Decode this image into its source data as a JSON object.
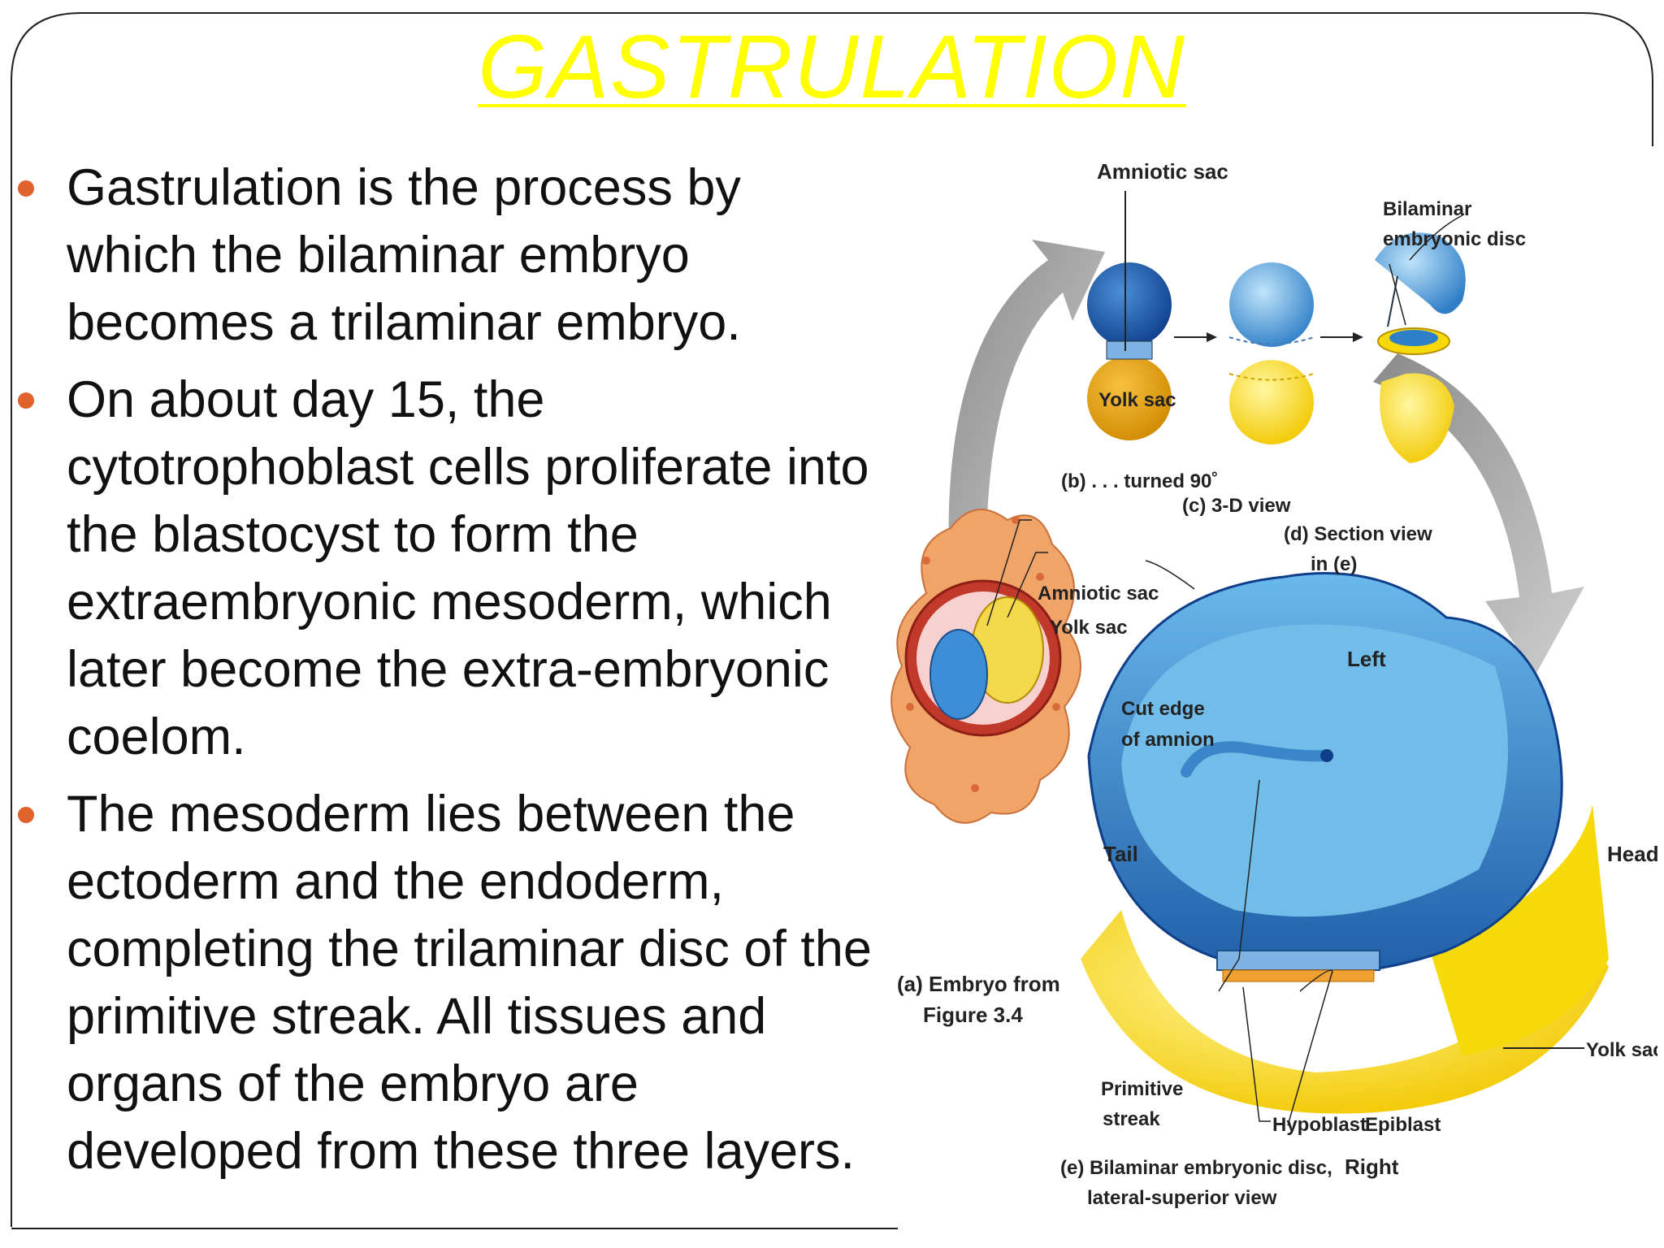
{
  "title": "GASTRULATION",
  "bullets": [
    "Gastrulation is the process by which the bilaminar embryo becomes a trilaminar embryo.",
    " On about day 15, the cytotrophoblast cells proliferate into the blastocyst to form the extraembryonic mesoderm, which later become the extra-embryonic coelom.",
    "The mesoderm lies between the ectoderm and the endoderm, completing the trilaminar disc of the primitive streak. All tissues and organs of the embryo are developed from these three layers."
  ],
  "figure": {
    "labels": {
      "amniotic_sac_top": "Amniotic sac",
      "bilaminar_disc_1": "Bilaminar",
      "bilaminar_disc_2": "embryonic disc",
      "yolk_sac_ball": "Yolk sac",
      "caption_b": "(b) . . . turned 90˚",
      "caption_c": "(c) 3-D view",
      "caption_d1": "(d) Section view",
      "caption_d2": "in (e)",
      "amniotic_sac_mid": "Amniotic sac",
      "yolk_sac_mid": "Yolk sac",
      "left": "Left",
      "cut_edge_1": "Cut edge",
      "cut_edge_2": "of amnion",
      "tail": "Tail",
      "head": "Head",
      "caption_a1": "(a) Embryo from",
      "caption_a2": "Figure 3.4",
      "yolk_sac_right": "Yolk sac",
      "primitive_1": "Primitive",
      "primitive_2": "streak",
      "hypoblast": "Hypoblast",
      "epiblast": "Epiblast",
      "caption_e1": "(e) Bilaminar embryonic disc,",
      "caption_e2": "lateral-superior view",
      "right": "Right"
    },
    "colors": {
      "amnion_blue": "#2f7fc8",
      "amnion_light": "#8cc8ee",
      "yolk_yellow": "#f5d90a",
      "yolk_dark": "#e0a800",
      "arrow_gray": "#a9a9a9",
      "embryo_orange": "#f0a468",
      "bullet_orange": "#e0612b"
    }
  }
}
